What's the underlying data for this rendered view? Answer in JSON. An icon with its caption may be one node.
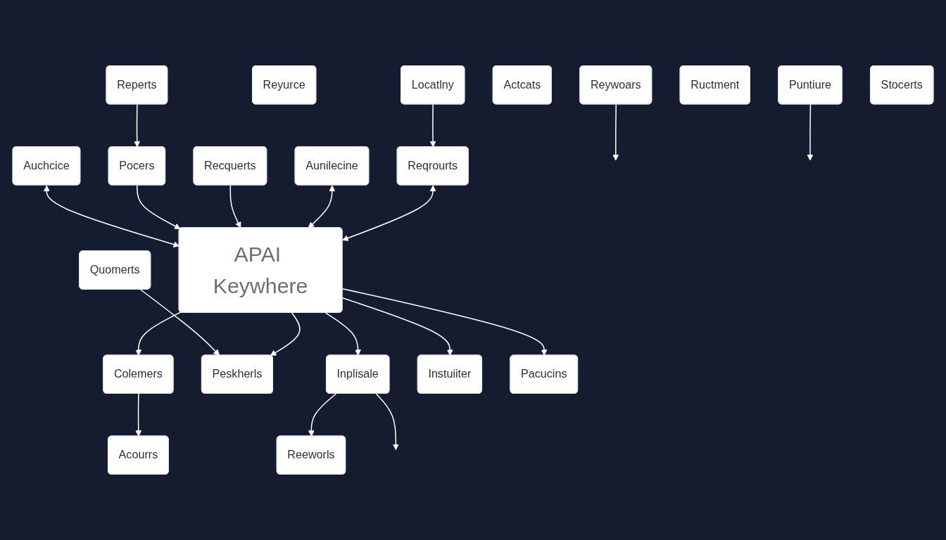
{
  "diagram": {
    "nodes": [
      {
        "text": [
          "Reywoars"
        ]
      },
      {
        "text": [
          "Acourrs"
        ]
      },
      {
        "text": [
          "Reyurce"
        ]
      },
      {
        "text": [
          "Locatlny"
        ]
      },
      {
        "text": [
          "Reqrourts"
        ]
      },
      {
        "text": [
          "Colemers"
        ]
      },
      {
        "text": [
          "Aunilecine"
        ]
      },
      {
        "text": [
          "Actcats"
        ]
      },
      {
        "text": [
          "Reperts"
        ]
      },
      {
        "text": [
          "Recquerts"
        ]
      },
      {
        "text": [
          "APAI Keywhere"
        ]
      },
      {
        "text": [
          "Pocers"
        ]
      },
      {
        "text": [
          "Ructment"
        ]
      },
      {
        "text": [
          "Peskherls"
        ]
      },
      {
        "text": [
          "Inplisale"
        ]
      },
      {
        "text": [
          "Puntiure"
        ]
      },
      {
        "text": [
          "Quomerts"
        ]
      },
      {
        "text": [
          "Auchcice"
        ]
      },
      {
        "text": [
          "Instuiiter"
        ]
      },
      {
        "text": [
          "Stocerts"
        ]
      },
      {
        "text": [
          "Reeworls"
        ]
      },
      {
        "text": [
          "Pacucins"
        ]
      }
    ],
    "edges": [
      {
        "from": 0,
        "to": null,
        "arrow": "to"
      },
      {
        "from": 5,
        "to": 1,
        "arrow": "to"
      },
      {
        "from": 3,
        "to": 4,
        "arrow": "to"
      },
      {
        "from": 4,
        "to": 10,
        "arrow": "both"
      },
      {
        "from": 10,
        "to": 5,
        "arrow": "to"
      },
      {
        "from": 6,
        "to": 10,
        "arrow": "both"
      },
      {
        "from": 8,
        "to": 11,
        "arrow": "to"
      },
      {
        "from": 9,
        "to": 10,
        "arrow": "to"
      },
      {
        "from": 11,
        "to": 10,
        "arrow": "to"
      },
      {
        "from": 10,
        "to": 13,
        "arrow": "to"
      },
      {
        "from": 10,
        "to": 14,
        "arrow": "to"
      },
      {
        "from": 16,
        "to": 13,
        "arrow": "to"
      },
      {
        "from": 17,
        "to": 10,
        "arrow": "both"
      },
      {
        "from": 10,
        "to": 18,
        "arrow": "to"
      },
      {
        "from": 10,
        "to": 21,
        "arrow": "to"
      },
      {
        "from": 14,
        "to": 20,
        "arrow": "to"
      },
      {
        "from": 14,
        "to": null,
        "arrow": "to"
      },
      {
        "from": 15,
        "to": null,
        "arrow": "to"
      }
    ]
  }
}
